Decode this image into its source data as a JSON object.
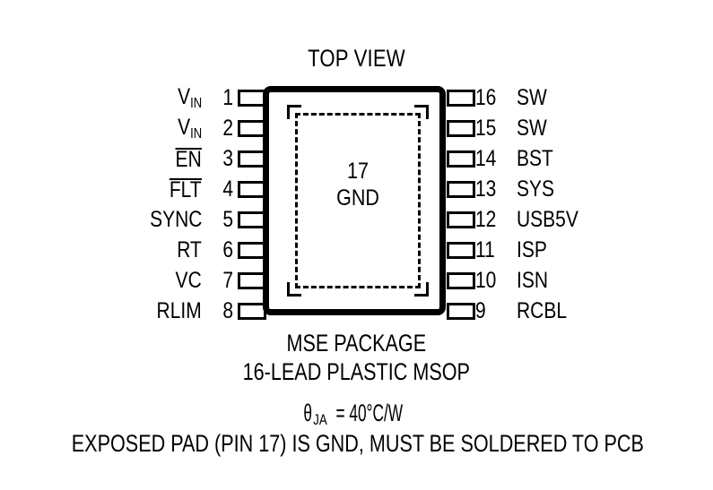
{
  "title": "TOP VIEW",
  "package": {
    "center_pin_number": "17",
    "center_pin_label": "GND"
  },
  "pins": {
    "left": [
      {
        "num": "1",
        "label": "V",
        "sub": "IN",
        "overline": false
      },
      {
        "num": "2",
        "label": "V",
        "sub": "IN",
        "overline": false
      },
      {
        "num": "3",
        "label": "EN",
        "sub": "",
        "overline": true
      },
      {
        "num": "4",
        "label": "FLT",
        "sub": "",
        "overline": true
      },
      {
        "num": "5",
        "label": "SYNC",
        "sub": "",
        "overline": false
      },
      {
        "num": "6",
        "label": "RT",
        "sub": "",
        "overline": false
      },
      {
        "num": "7",
        "label": "VC",
        "sub": "",
        "overline": false
      },
      {
        "num": "8",
        "label": "RLIM",
        "sub": "",
        "overline": false
      }
    ],
    "right": [
      {
        "num": "16",
        "label": "SW"
      },
      {
        "num": "15",
        "label": "SW"
      },
      {
        "num": "14",
        "label": "BST"
      },
      {
        "num": "13",
        "label": "SYS"
      },
      {
        "num": "12",
        "label": "USB5V"
      },
      {
        "num": "11",
        "label": "ISP"
      },
      {
        "num": "10",
        "label": "ISN"
      },
      {
        "num": "9",
        "label": "RCBL"
      }
    ]
  },
  "captions": {
    "line1": "MSE PACKAGE",
    "line2": "16-LEAD PLASTIC MSOP",
    "theta_symbol": "θ",
    "theta_sub": "JA",
    "theta_value": " = 40°C/W",
    "line4": "EXPOSED PAD (PIN 17) IS GND, MUST BE SOLDERED TO PCB"
  },
  "colors": {
    "ink": "#000000",
    "background": "#ffffff"
  }
}
